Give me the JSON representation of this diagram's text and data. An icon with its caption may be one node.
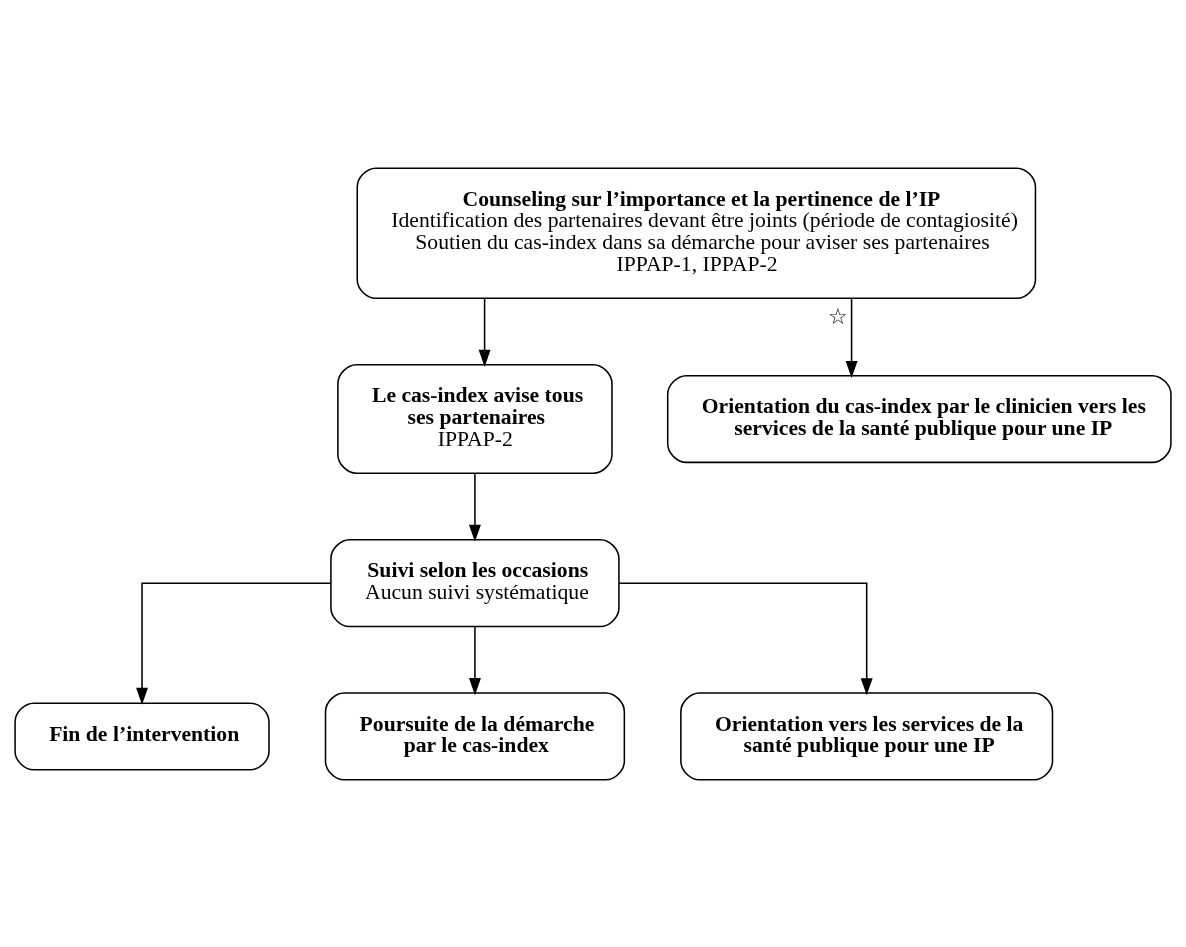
{
  "diagram": {
    "nodes": [
      {
        "text": [
          "Counseling sur l’importance et la pertinence de l’IP",
          "Identification des partenaires devant être joints (période de contagiosité)",
          "Soutien du cas-index dans sa démarche pour aviser ses partenaires",
          "IPPAP-1, IPPAP-2"
        ]
      },
      {
        "text": [
          "Le cas-index avise tous ses partenaires",
          "IPPAP-2"
        ]
      },
      {
        "text": [
          "Orientation du cas-index par le clinicien vers les services de la santé publique pour une IP"
        ]
      },
      {
        "text": [
          "Suivi selon les occasions",
          "Aucun suivi systématique"
        ]
      },
      {
        "text": [
          "Fin de l’intervention"
        ]
      },
      {
        "text": [
          "Poursuite de la démarche par le cas-index"
        ]
      },
      {
        "text": [
          "Orientation vers les services de la santé publique pour une IP"
        ]
      }
    ],
    "edges": [
      {
        "from": 0,
        "to": 1,
        "arrow": "to"
      },
      {
        "from": 0,
        "to": 2,
        "arrow": "to",
        "label": "☆"
      },
      {
        "from": 1,
        "to": 3,
        "arrow": "to"
      },
      {
        "from": 3,
        "to": 4,
        "arrow": "to"
      },
      {
        "from": 3,
        "to": 5,
        "arrow": "to"
      },
      {
        "from": 3,
        "to": 6,
        "arrow": "to"
      }
    ]
  }
}
